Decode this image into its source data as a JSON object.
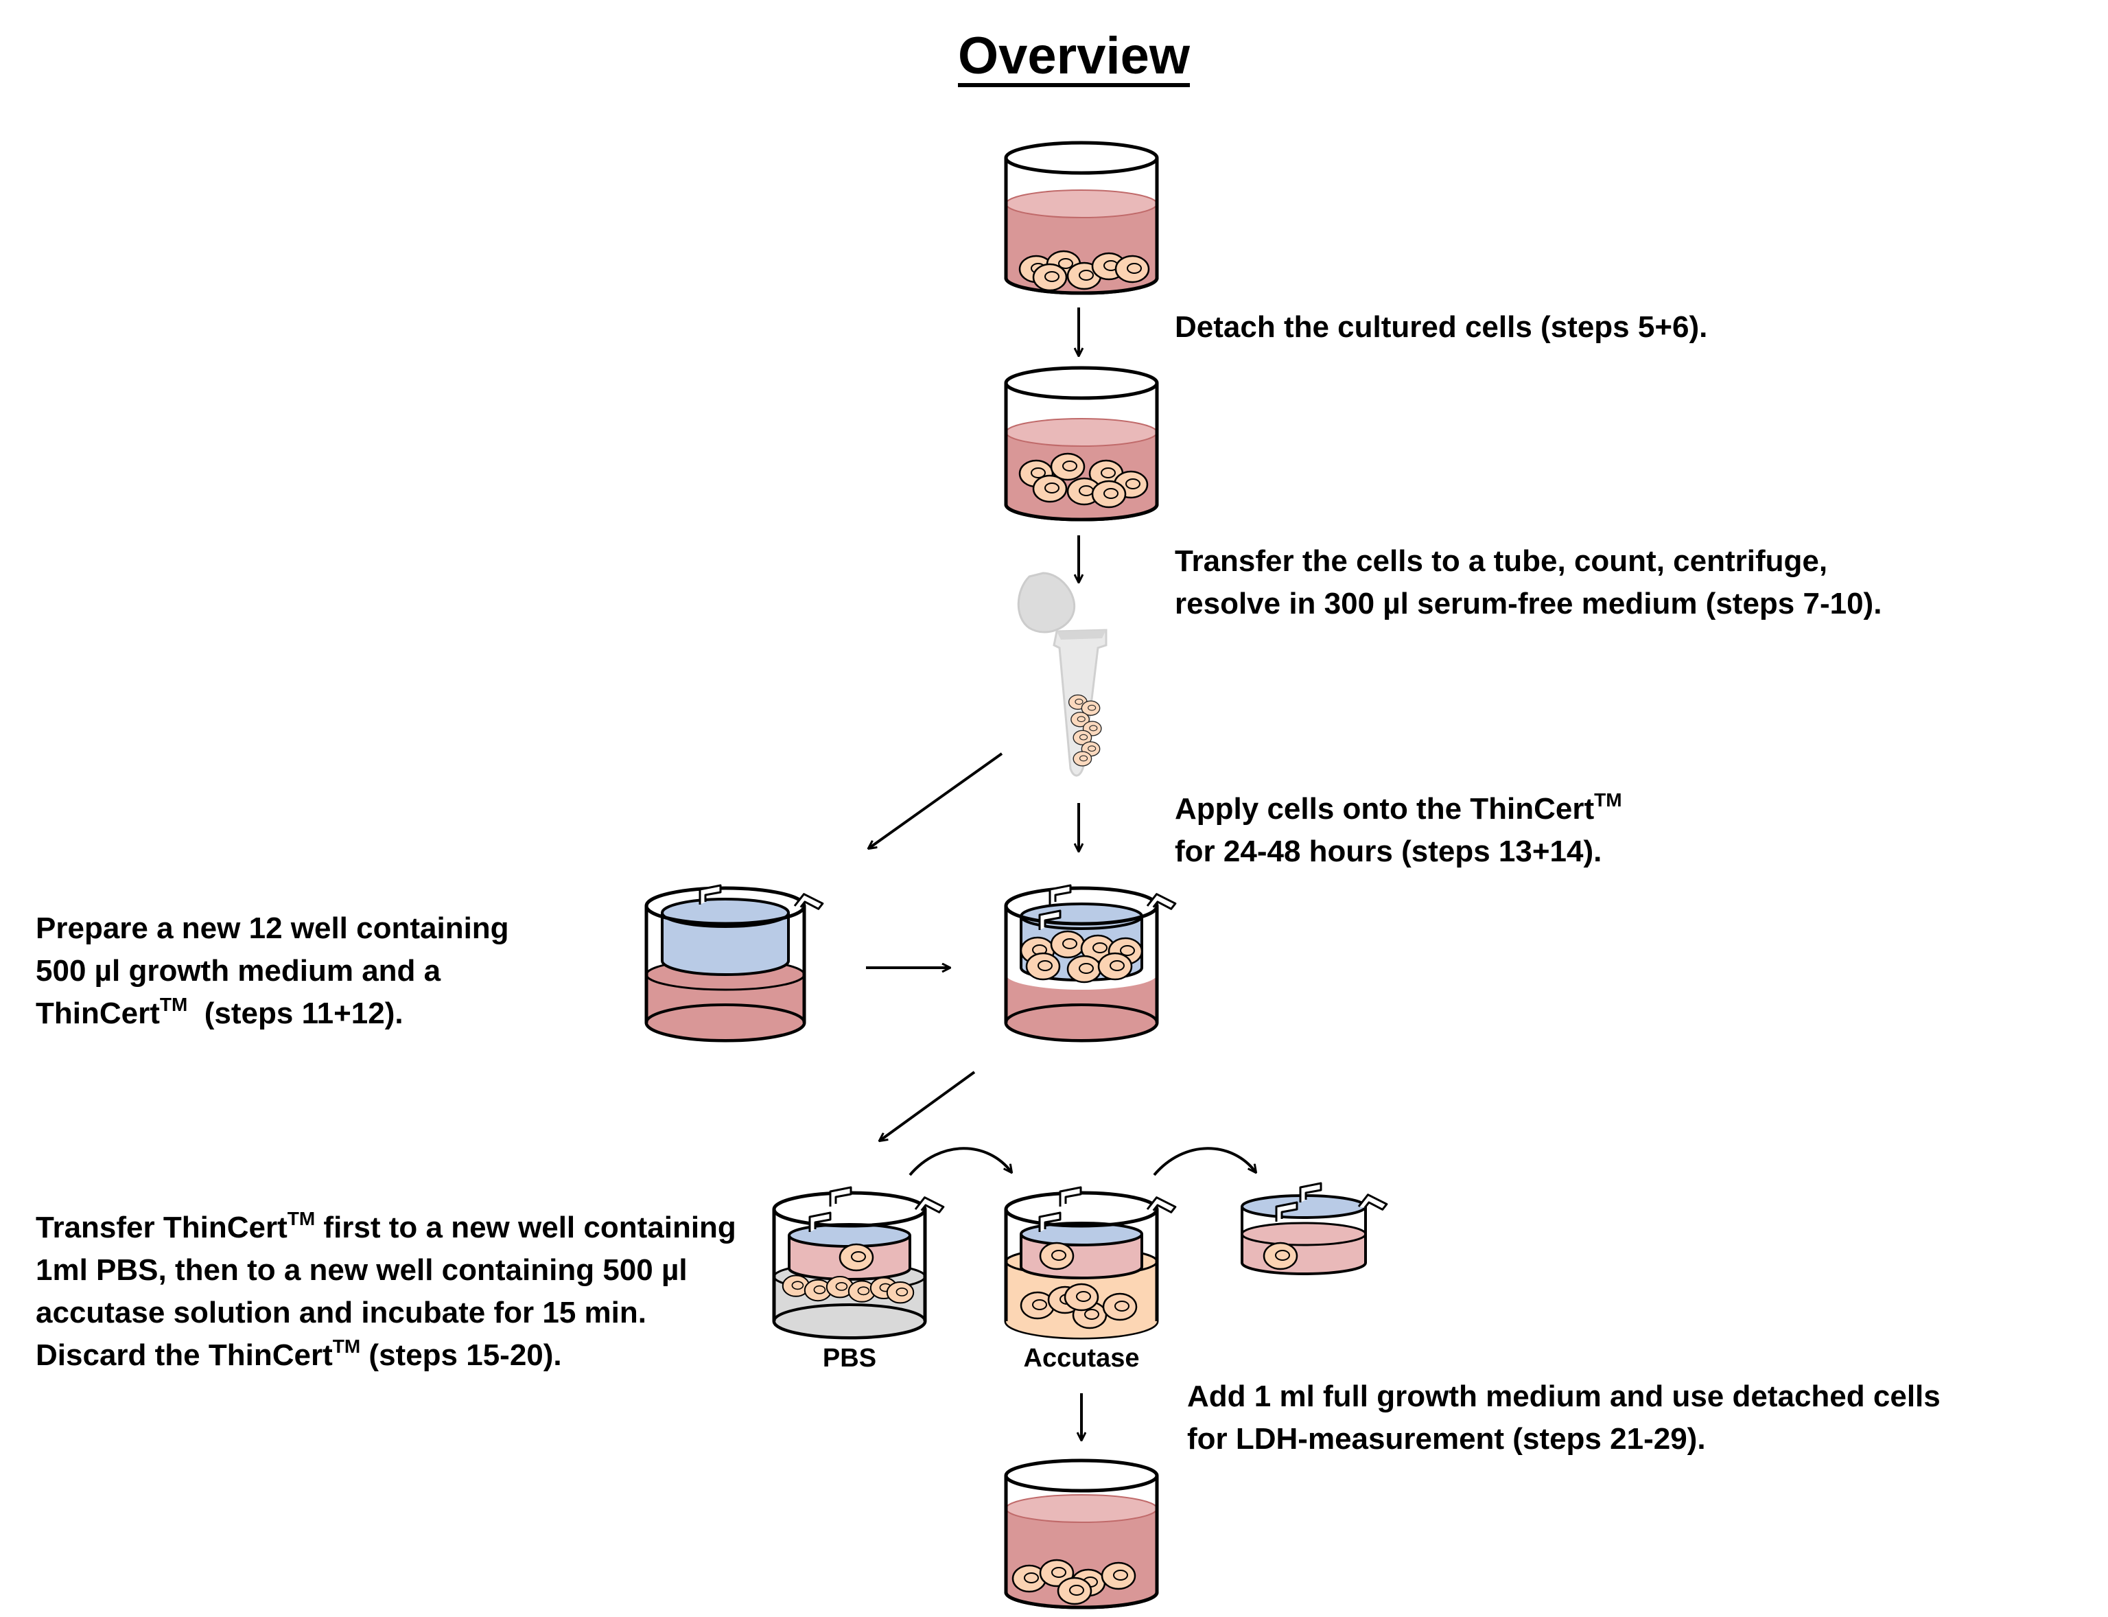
{
  "title": "Overview",
  "tm": "TM",
  "steps": {
    "detach": "Detach the cultured cells (steps 5+6).",
    "transfer_l1": "Transfer the cells to a tube, count, centrifuge,",
    "transfer_l2": "resolve in 300 µl serum-free medium (steps 7-10).",
    "apply_l1a": "Apply cells onto the ThinCert",
    "apply_l2": "for 24-48 hours (steps 13+14).",
    "prepare_l1": "Prepare a new 12 well containing",
    "prepare_l2": "500 µl growth medium and a",
    "prepare_l3a": "ThinCert",
    "prepare_l3b": "  (steps 11+12).",
    "move_l1a": "Transfer ThinCert",
    "move_l1b": " first to a new well containing",
    "move_l2": "1ml PBS, then to a new well containing 500 µl",
    "move_l3": "accutase solution and incubate for 15 min.",
    "move_l4a": "Discard the ThinCert",
    "move_l4b": " (steps 15-20).",
    "final_l1": "Add 1 ml full growth medium and use detached cells",
    "final_l2": "for LDH-measurement (steps 21-29)."
  },
  "well_labels": {
    "pbs": "PBS",
    "accutase": "Accutase"
  },
  "colors": {
    "medium": "#d99797",
    "medium_light": "#e9b9b9",
    "insert_blue": "#b9cbe6",
    "cell": "#fbd3b3",
    "pbs": "#d9d9d9",
    "accutase": "#fcd6b4",
    "tube": "#d3d3d3"
  }
}
